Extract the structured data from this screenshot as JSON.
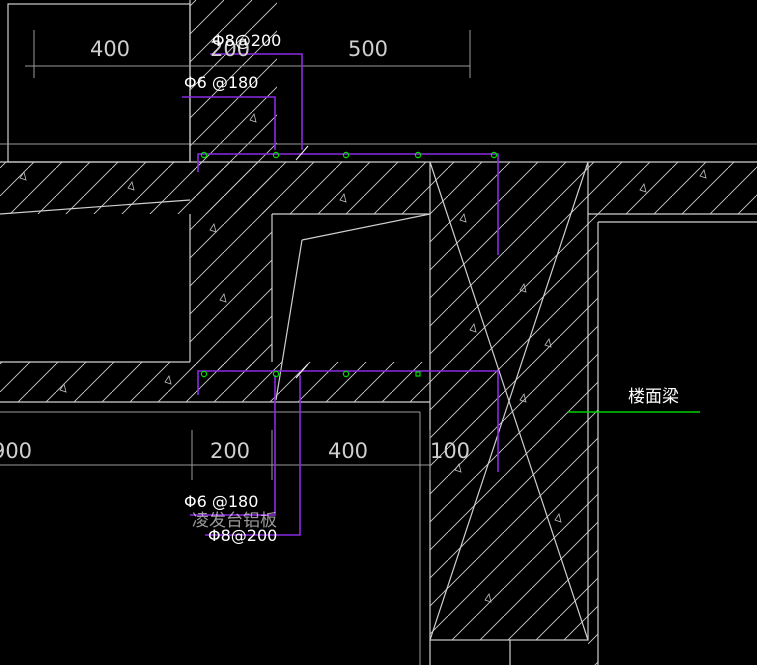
{
  "colors": {
    "background": "#000000",
    "concrete_edge": "#cfcfcf",
    "rebar_line": "#8a2be2",
    "bar_dot": "#00e000",
    "leader": "#ffffff",
    "callout": "#00d000"
  },
  "dimensions": {
    "top_left": "400",
    "top_mid": "200",
    "top_right": "500",
    "bottom_left": "900",
    "bottom_mid": "200",
    "bottom_right": "400",
    "beam_width": "100"
  },
  "rebar_labels": {
    "top_main": "Φ8@200",
    "top_dist": "Φ6 @180",
    "bottom_dist": "Φ6 @180",
    "bottom_main": "Φ8@200"
  },
  "notes": {
    "bottom_note": "凌发台铝板",
    "beam_callout": "楼面梁"
  }
}
